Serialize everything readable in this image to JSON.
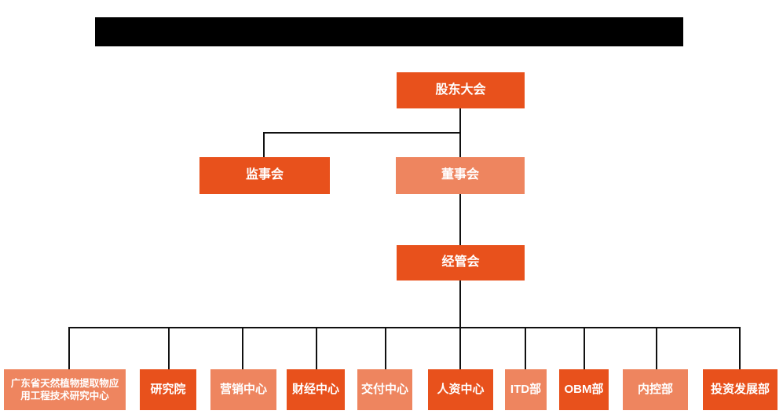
{
  "colors": {
    "primary": "#E8511C",
    "secondary": "#EE855F",
    "line": "#111111",
    "redaction": "#000000"
  },
  "org": {
    "root": {
      "label": "股东大会",
      "tone": "primary"
    },
    "level2": [
      {
        "label": "监事会",
        "tone": "primary"
      },
      {
        "label": "董事会",
        "tone": "secondary"
      }
    ],
    "level3": {
      "label": "经管会",
      "tone": "primary"
    },
    "departments": [
      {
        "label": "广东省天然植物提取物应用工程技术研究中心",
        "tone": "secondary"
      },
      {
        "label": "研究院",
        "tone": "primary"
      },
      {
        "label": "营销中心",
        "tone": "secondary"
      },
      {
        "label": "财经中心",
        "tone": "primary"
      },
      {
        "label": "交付中心",
        "tone": "secondary"
      },
      {
        "label": "人资中心",
        "tone": "primary"
      },
      {
        "label": "ITD部",
        "tone": "secondary"
      },
      {
        "label": "OBM部",
        "tone": "primary"
      },
      {
        "label": "内控部",
        "tone": "secondary"
      },
      {
        "label": "投资发展部",
        "tone": "primary"
      }
    ]
  }
}
